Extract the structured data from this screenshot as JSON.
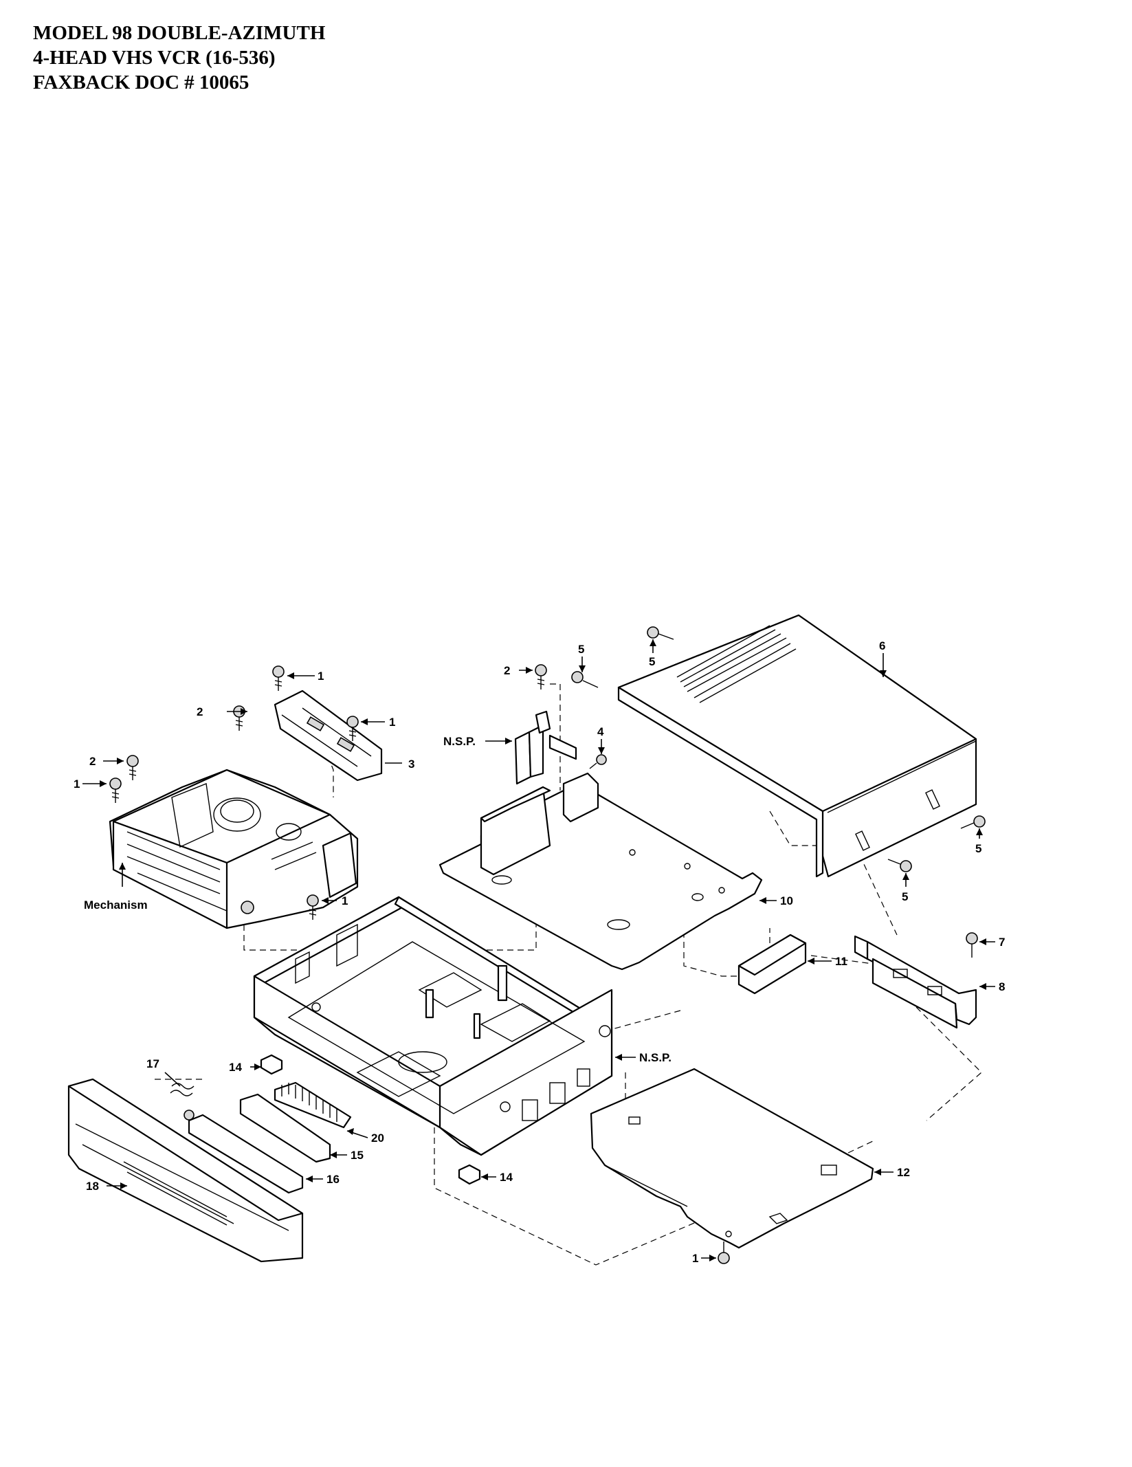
{
  "header": {
    "line1": "MODEL 98 DOUBLE-AZIMUTH",
    "line2": "4-HEAD VHS VCR  (16-536)",
    "line3": "FAXBACK DOC # 10065"
  },
  "callouts": [
    {
      "id": "screw-1a",
      "text": "1"
    },
    {
      "id": "screw-2a",
      "text": "2"
    },
    {
      "id": "screw-1b",
      "text": "1"
    },
    {
      "id": "bracket-3",
      "text": "3"
    },
    {
      "id": "screw-2b",
      "text": "2"
    },
    {
      "id": "screw-1c",
      "text": "1"
    },
    {
      "id": "mechanism",
      "text": "Mechanism"
    },
    {
      "id": "screw-1d",
      "text": "1"
    },
    {
      "id": "screw-2c",
      "text": "2"
    },
    {
      "id": "nsp-bracket",
      "text": "N.S.P."
    },
    {
      "id": "screw-5a",
      "text": "5"
    },
    {
      "id": "screw-5b",
      "text": "5"
    },
    {
      "id": "cover-6",
      "text": "6"
    },
    {
      "id": "screw-4",
      "text": "4"
    },
    {
      "id": "screw-5c",
      "text": "5"
    },
    {
      "id": "screw-5d",
      "text": "5"
    },
    {
      "id": "shield-10",
      "text": "10"
    },
    {
      "id": "part-11",
      "text": "11"
    },
    {
      "id": "screw-7",
      "text": "7"
    },
    {
      "id": "bracket-8",
      "text": "8"
    },
    {
      "id": "nsp-chassis",
      "text": "N.S.P."
    },
    {
      "id": "part-17",
      "text": "17"
    },
    {
      "id": "part-14a",
      "text": "14"
    },
    {
      "id": "part-20",
      "text": "20"
    },
    {
      "id": "part-15",
      "text": "15"
    },
    {
      "id": "part-16",
      "text": "16"
    },
    {
      "id": "front-panel-18",
      "text": "18"
    },
    {
      "id": "part-14b",
      "text": "14"
    },
    {
      "id": "bottom-plate-12",
      "text": "12"
    },
    {
      "id": "screw-1e",
      "text": "1"
    }
  ]
}
